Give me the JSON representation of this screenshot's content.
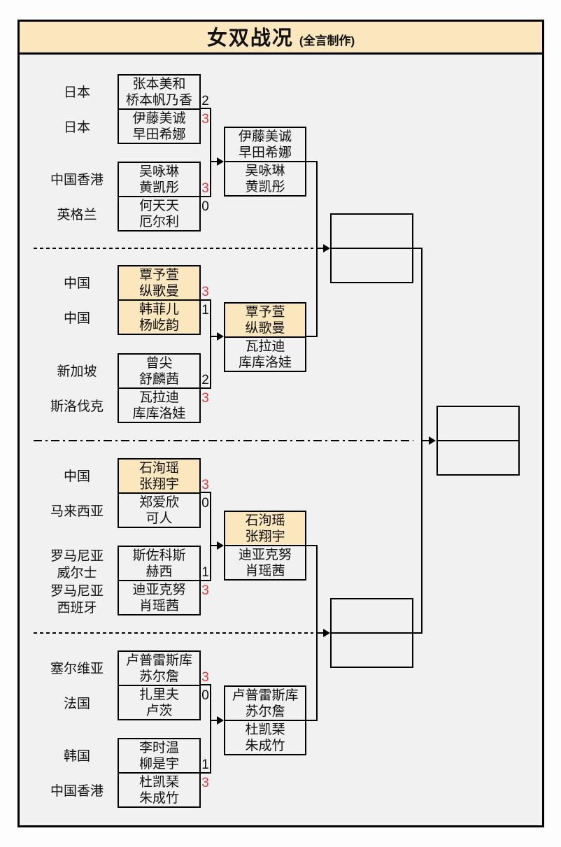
{
  "title": {
    "main": "女双战况",
    "credit": "(全言制作)"
  },
  "colors": {
    "frame_bg": "#f1f1f1",
    "panel_yellow": "#fae7be",
    "highlight_yellow": "#fae7be",
    "win_red": "#e03a45"
  },
  "country_labels": [
    {
      "lines": [
        "日本"
      ]
    },
    {
      "lines": [
        "日本"
      ]
    },
    {
      "lines": [
        "中国香港"
      ]
    },
    {
      "lines": [
        "英格兰"
      ]
    },
    {
      "lines": [
        "中国"
      ]
    },
    {
      "lines": [
        "中国"
      ]
    },
    {
      "lines": [
        "新加坡"
      ]
    },
    {
      "lines": [
        "斯洛伐克"
      ]
    },
    {
      "lines": [
        "中国"
      ]
    },
    {
      "lines": [
        "马来西亚"
      ]
    },
    {
      "lines": [
        "罗马尼亚",
        "威尔士"
      ]
    },
    {
      "lines": [
        "罗马尼亚",
        "西班牙"
      ]
    },
    {
      "lines": [
        "塞尔维亚"
      ]
    },
    {
      "lines": [
        "法国"
      ]
    },
    {
      "lines": [
        "韩国"
      ]
    },
    {
      "lines": [
        "中国香港"
      ]
    }
  ],
  "round1": [
    {
      "top": {
        "p1": "张本美和",
        "p2": "桥本帆乃香",
        "score": "2"
      },
      "bottom": {
        "p1": "伊藤美诚",
        "p2": "早田希娜",
        "score": "3"
      }
    },
    {
      "top": {
        "p1": "吴咏琳",
        "p2": "黄凯彤",
        "score": "3"
      },
      "bottom": {
        "p1": "何天天",
        "p2": "厄尔利",
        "score": "0"
      }
    },
    {
      "top": {
        "p1": "覃予萱",
        "p2": "纵歌曼",
        "score": "3"
      },
      "bottom": {
        "p1": "韩菲儿",
        "p2": "杨屹韵",
        "score": "1"
      }
    },
    {
      "top": {
        "p1": "曾尖",
        "p2": "舒麟茜",
        "score": "2"
      },
      "bottom": {
        "p1": "瓦拉迪",
        "p2": "库库洛娃",
        "score": "3"
      }
    },
    {
      "top": {
        "p1": "石洵瑶",
        "p2": "张翔宇",
        "score": "3"
      },
      "bottom": {
        "p1": "郑爱欣",
        "p2": "可人",
        "score": "0"
      }
    },
    {
      "top": {
        "p1": "斯佐科斯",
        "p2": "赫西",
        "score": "1"
      },
      "bottom": {
        "p1": "迪亚克努",
        "p2": "肖瑶茜",
        "score": "3"
      }
    },
    {
      "top": {
        "p1": "卢普雷斯库",
        "p2": "苏尔詹",
        "score": "3"
      },
      "bottom": {
        "p1": "扎里夫",
        "p2": "卢茨",
        "score": "0"
      }
    },
    {
      "top": {
        "p1": "李时温",
        "p2": "柳是宇",
        "score": "1"
      },
      "bottom": {
        "p1": "杜凯琹",
        "p2": "朱成竹",
        "score": "3"
      }
    }
  ],
  "round2": [
    {
      "top": {
        "p1": "伊藤美诚",
        "p2": "早田希娜"
      },
      "bottom": {
        "p1": "吴咏琳",
        "p2": "黄凯彤"
      }
    },
    {
      "top": {
        "p1": "覃予萱",
        "p2": "纵歌曼"
      },
      "bottom": {
        "p1": "瓦拉迪",
        "p2": "库库洛娃"
      }
    },
    {
      "top": {
        "p1": "石洵瑶",
        "p2": "张翔宇"
      },
      "bottom": {
        "p1": "迪亚克努",
        "p2": "肖瑶茜"
      }
    },
    {
      "top": {
        "p1": "卢普雷斯库",
        "p2": "苏尔詹"
      },
      "bottom": {
        "p1": "杜凯琹",
        "p2": "朱成竹"
      }
    }
  ]
}
